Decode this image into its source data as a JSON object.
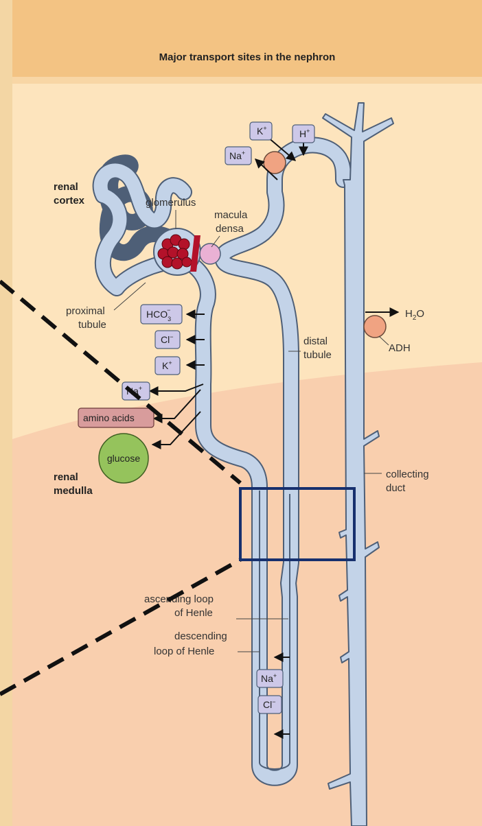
{
  "title": "Major  transport sites in the nephron",
  "regions": {
    "cortex": [
      "renal",
      "cortex"
    ],
    "medulla": [
      "renal",
      "medulla"
    ]
  },
  "labels": {
    "glomerulus": "glomerulus",
    "macula_densa": [
      "macula",
      "densa"
    ],
    "proximal_tubule": [
      "proximal",
      "tubule"
    ],
    "distal_tubule": [
      "distal",
      "tubule"
    ],
    "collecting_duct": [
      "collecting",
      "duct"
    ],
    "adh": "ADH",
    "h2o": "H",
    "h2o_sub": "2",
    "h2o_tail": "O",
    "ascending_loop": [
      "ascending loop",
      "of Henle"
    ],
    "descending_loop": [
      "descending",
      "loop of Henle"
    ]
  },
  "ions": {
    "k_top": "K",
    "h_top": "H",
    "na_top": "Na",
    "hco3": "HCO",
    "hco3_sub": "3",
    "cl_prox": "Cl",
    "k_prox": "K",
    "na_prox": "Na",
    "amino_acids": "amino acids",
    "glucose": "glucose",
    "na_loop": "Na",
    "cl_loop": "Cl"
  },
  "colors": {
    "background": "#f3d6a4",
    "title_band": "#f3c383",
    "cortex": "#fde4bd",
    "medulla": "#f9cfae",
    "tubule_fill": "#c3d3e8",
    "tubule_outline": "#4e5f77",
    "ion_box": "#cdc8e8",
    "amino_box": "#d89c9c",
    "glucose": "#95c35c",
    "transporter": "#f0a382",
    "glomerulus": "#b3122a",
    "macula": "#eab1d4",
    "highlight_box": "#17306e"
  }
}
